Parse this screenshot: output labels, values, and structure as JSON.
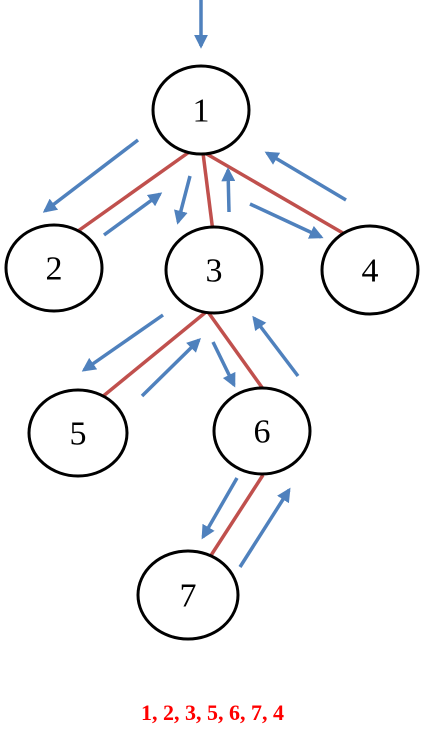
{
  "colors": {
    "edge": "#c0504d",
    "arrow": "#4f81bd",
    "node_stroke": "#000000",
    "order_text": "#ff0000"
  },
  "nodes": [
    {
      "id": "1",
      "label": "1"
    },
    {
      "id": "2",
      "label": "2"
    },
    {
      "id": "3",
      "label": "3"
    },
    {
      "id": "4",
      "label": "4"
    },
    {
      "id": "5",
      "label": "5"
    },
    {
      "id": "6",
      "label": "6"
    },
    {
      "id": "7",
      "label": "7"
    }
  ],
  "edges": [
    {
      "from": "1",
      "to": "2"
    },
    {
      "from": "1",
      "to": "3"
    },
    {
      "from": "1",
      "to": "4"
    },
    {
      "from": "3",
      "to": "5"
    },
    {
      "from": "3",
      "to": "6"
    },
    {
      "from": "6",
      "to": "7"
    }
  ],
  "traversal_order": "1, 2, 3, 5, 6, 7, 4"
}
